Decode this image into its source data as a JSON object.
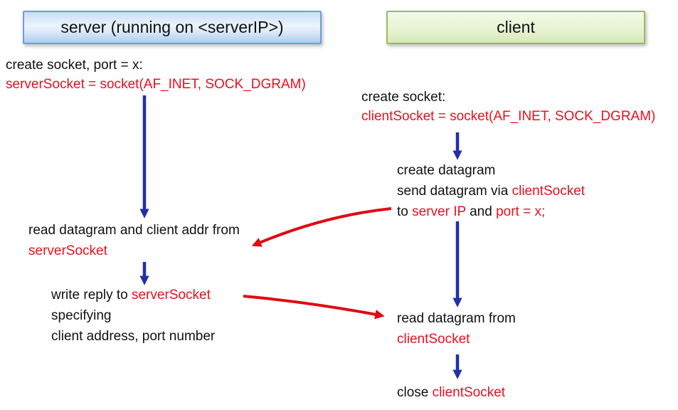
{
  "colors": {
    "background": "#ffffff",
    "text_black": "#111111",
    "text_red": "#e8101e",
    "arrow_blue": "#222fa8",
    "arrow_red": "#df0a14",
    "server_box_border": "#6f9fd8",
    "server_box_top": "#c9ddf6",
    "server_box_mid": "#ecf4fc",
    "server_box_bottom": "#aecdf0",
    "client_box_border": "#9cba60",
    "client_box_top": "#f2fae6",
    "client_box_mid": "#e8f4d5",
    "client_box_bottom": "#d6e9b8"
  },
  "diagram": {
    "server": {
      "header": "server (running on <serverIP>)",
      "create_line1": "create socket, port = x:",
      "create_line2": "serverSocket = socket(AF_INET, SOCK_DGRAM)",
      "read_line1": "read datagram and client addr from",
      "read_line2": "serverSocket",
      "write_pre": "write reply to ",
      "write_socket": "serverSocket",
      "write_line2": "specifying",
      "write_line3": "client address, port number"
    },
    "client": {
      "header": "client",
      "create_line1": "create socket:",
      "create_line2": "clientSocket = socket(AF_INET, SOCK_DGRAM)",
      "send_line1": "create datagram",
      "send_line2_pre": "send datagram via ",
      "send_line2_socket": "clientSocket",
      "send_line3_to": "to ",
      "send_line3_server_ip": "server IP",
      "send_line3_and": " and ",
      "send_line3_port": "port = x;",
      "read_line1": "read datagram from",
      "read_line2": "clientSocket",
      "close_pre": "close ",
      "close_socket": "clientSocket"
    }
  }
}
